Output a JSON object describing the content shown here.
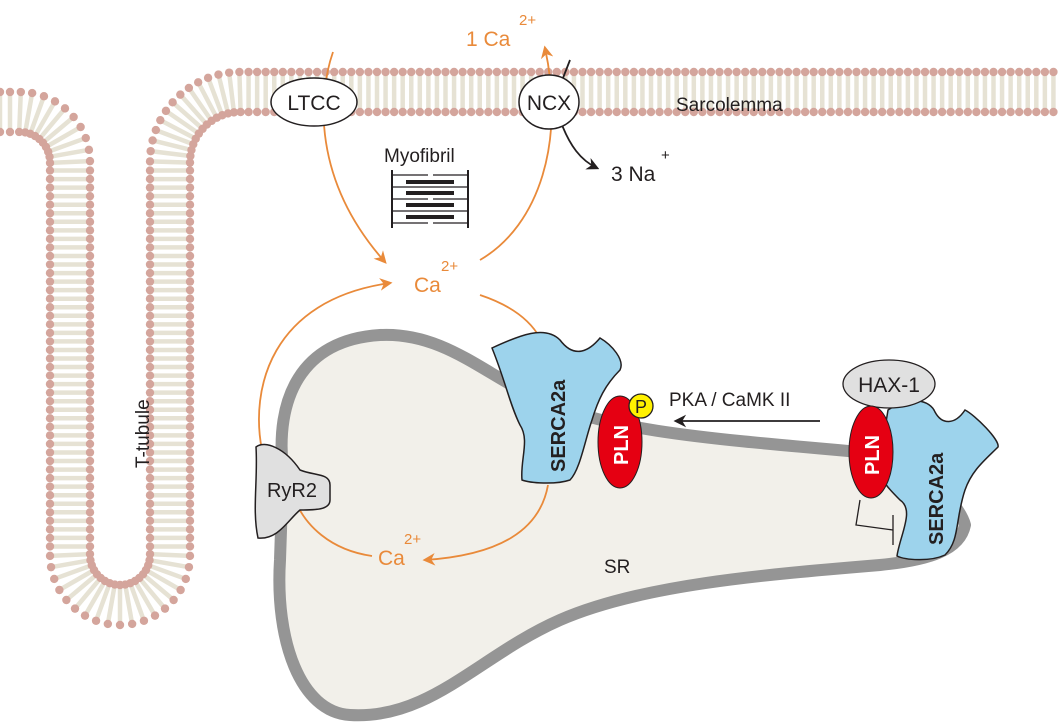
{
  "diagram": {
    "title": "Cardiomyocyte calcium cycling: SERCA2a / PLN / HAX-1",
    "colors": {
      "lipid_head": "#d4a59c",
      "lipid_tail": "#e6e2d4",
      "calcium_flow": "#e98a3a",
      "sr_membrane": "#959595",
      "sr_lumen": "#f2f0ea",
      "serca": "#9dd3ec",
      "pln": "#e50012",
      "phosphate": "#fff100",
      "hax1": "#e0e0e0",
      "ryr2": "#e0e0e0",
      "ink": "#231f20"
    },
    "labels": {
      "sarcolemma": "Sarcolemma",
      "t_tubule": "T-tubule",
      "sr": "SR",
      "myofibril": "Myofibril",
      "ltcc": "LTCC",
      "ncx": "NCX",
      "ryr2": "RyR2",
      "serca_left": "SERCA2a",
      "serca_right": "SERCA2a",
      "pln_left": "PLN",
      "pln_right": "PLN",
      "phosphate": "P",
      "hax1": "HAX-1",
      "kinases": "PKA / CaMK II"
    },
    "ions": {
      "ca_out": {
        "count": "1 Ca",
        "charge": "2+"
      },
      "na_out": {
        "count": "3 Na",
        "charge": "+"
      },
      "ca_cytosol": {
        "symbol": "Ca",
        "charge": "2+"
      },
      "ca_release": {
        "symbol": "Ca",
        "charge": "2+"
      }
    }
  }
}
